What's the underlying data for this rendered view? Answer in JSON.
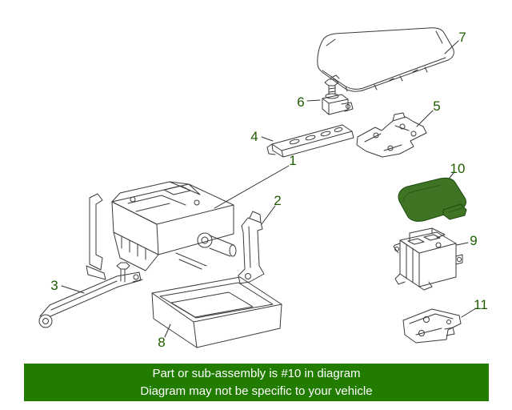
{
  "diagram": {
    "callouts": {
      "c1": "1",
      "c2": "2",
      "c3": "3",
      "c4": "4",
      "c5": "5",
      "c6": "6",
      "c7": "7",
      "c8": "8",
      "c9": "9",
      "c10": "10",
      "c11": "11"
    },
    "highlighted_callout": "10",
    "colors": {
      "highlight_fill": "#3E7424",
      "highlight_outline": "#1c4a10",
      "callout_text": "#1d5b00",
      "banner_background": "#217C00",
      "banner_text": "#FFFFFF",
      "line_art": "#3a3a3a"
    }
  },
  "banner": {
    "line1": "Part or sub-assembly is #10 in diagram",
    "line2": "Diagram may not be specific to your vehicle"
  }
}
